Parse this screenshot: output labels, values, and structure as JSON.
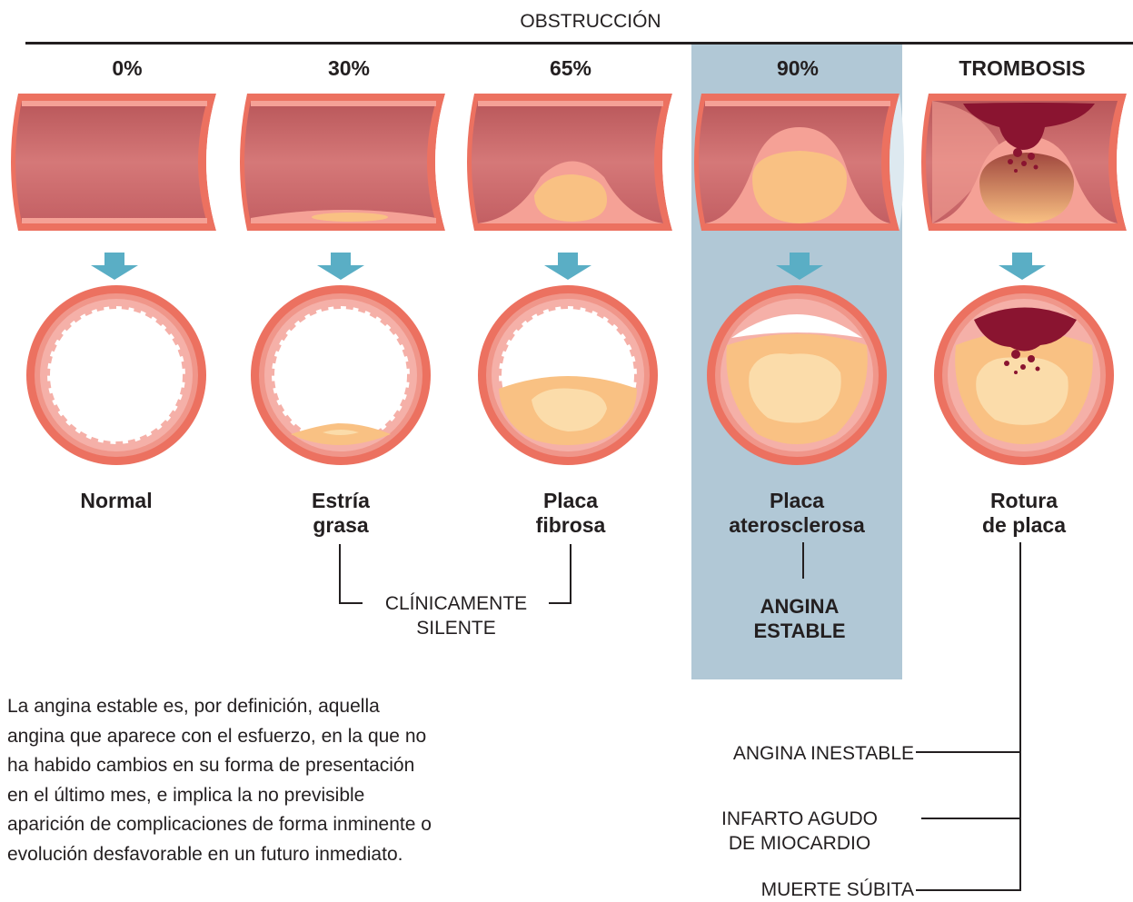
{
  "header": {
    "title": "OBSTRUCCIÓN"
  },
  "stages": [
    {
      "percent": "0%",
      "label_line1": "Normal",
      "label_line2": ""
    },
    {
      "percent": "30%",
      "label_line1": "Estría",
      "label_line2": "grasa"
    },
    {
      "percent": "65%",
      "label_line1": "Placa",
      "label_line2": "fibrosa"
    },
    {
      "percent": "90%",
      "label_line1": "Placa",
      "label_line2": "aterosclerosa"
    },
    {
      "percent": "TROMBOSIS",
      "label_line1": "Rotura",
      "label_line2": "de placa"
    }
  ],
  "silent": {
    "line1": "CLÍNICAMENTE",
    "line2": "SILENTE"
  },
  "stable": {
    "line1": "ANGINA",
    "line2": "ESTABLE"
  },
  "outcomes": {
    "unstable": "ANGINA INESTABLE",
    "infarct_line1": "INFARTO AGUDO",
    "infarct_line2": "DE MIOCARDIO",
    "sudden_death": "MUERTE SÚBITA"
  },
  "paragraph": [
    "La angina estable es, por definición, aquella",
    "angina que aparece con el esfuerzo, en la que no",
    "ha habido cambios en su forma de presentación",
    "en el último mes, e implica la no previsible",
    "aparición de complicaciones de forma inminente o",
    "evolución desfavorable en un futuro inmediato."
  ],
  "colors": {
    "highlight": "#b1c8d6",
    "arrow": "#5aaec5",
    "vessel_outer": "#ec7160",
    "vessel_inner": "#f5a196",
    "vessel_lumen": "#cf6b6b",
    "plaque": "#f9c183",
    "plaque_core": "#fbdcaa",
    "thrombus": "#8a1430"
  }
}
